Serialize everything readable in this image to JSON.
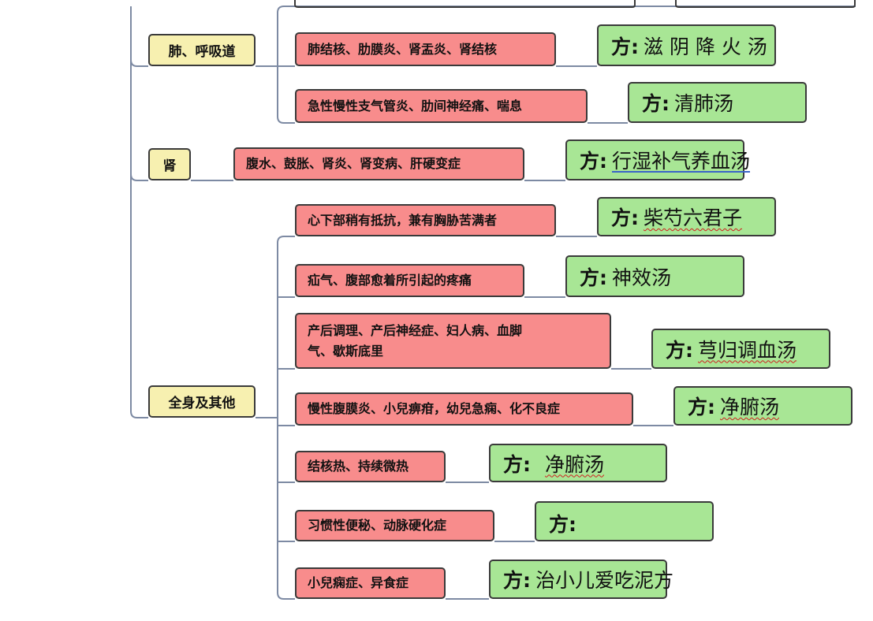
{
  "categories": {
    "lung": "肺、呼吸道",
    "kidney": "肾",
    "whole": "全身及其他"
  },
  "rows": [
    {
      "symptom": "肺结核、肋膜炎、肾盂炎、肾结核",
      "rx_label": "方:",
      "rx_name": "滋 阴 降 火 汤"
    },
    {
      "symptom": "急性慢性支气管炎、肋间神经痛、喘息",
      "rx_label": "方:",
      "rx_name": "清肺汤"
    },
    {
      "symptom": "腹水、鼓胀、肾炎、肾变病、肝硬变症",
      "rx_label": "方:",
      "rx_name": "行湿补气养血汤"
    },
    {
      "symptom": "心下部稍有抵抗，兼有胸胁苦满者",
      "rx_label": "方:",
      "rx_name": "柴芍六君子"
    },
    {
      "symptom": "疝气、腹部愈着所引起的疼痛",
      "rx_label": "方:",
      "rx_name": "神效汤"
    },
    {
      "symptom_line1": "产后调理、产后神经症、妇人病、血脚",
      "symptom_line2": "气、歇斯底里",
      "rx_label": "方:",
      "rx_name": "芎归调血汤"
    },
    {
      "symptom": "慢性腹膜炎、小兒痹疳，幼兒急痫、化不良症",
      "rx_label": "方:",
      "rx_name": "净腑汤"
    },
    {
      "symptom": "结核热、持续微热",
      "rx_label": "方:",
      "rx_name": "净腑汤"
    },
    {
      "symptom": "习惯性便秘、动脉硬化症",
      "rx_label": "方:",
      "rx_name": ""
    },
    {
      "symptom": "小兒痫症、异食症",
      "rx_label": "方:",
      "rx_name": "治小儿爱吃泥方"
    }
  ]
}
